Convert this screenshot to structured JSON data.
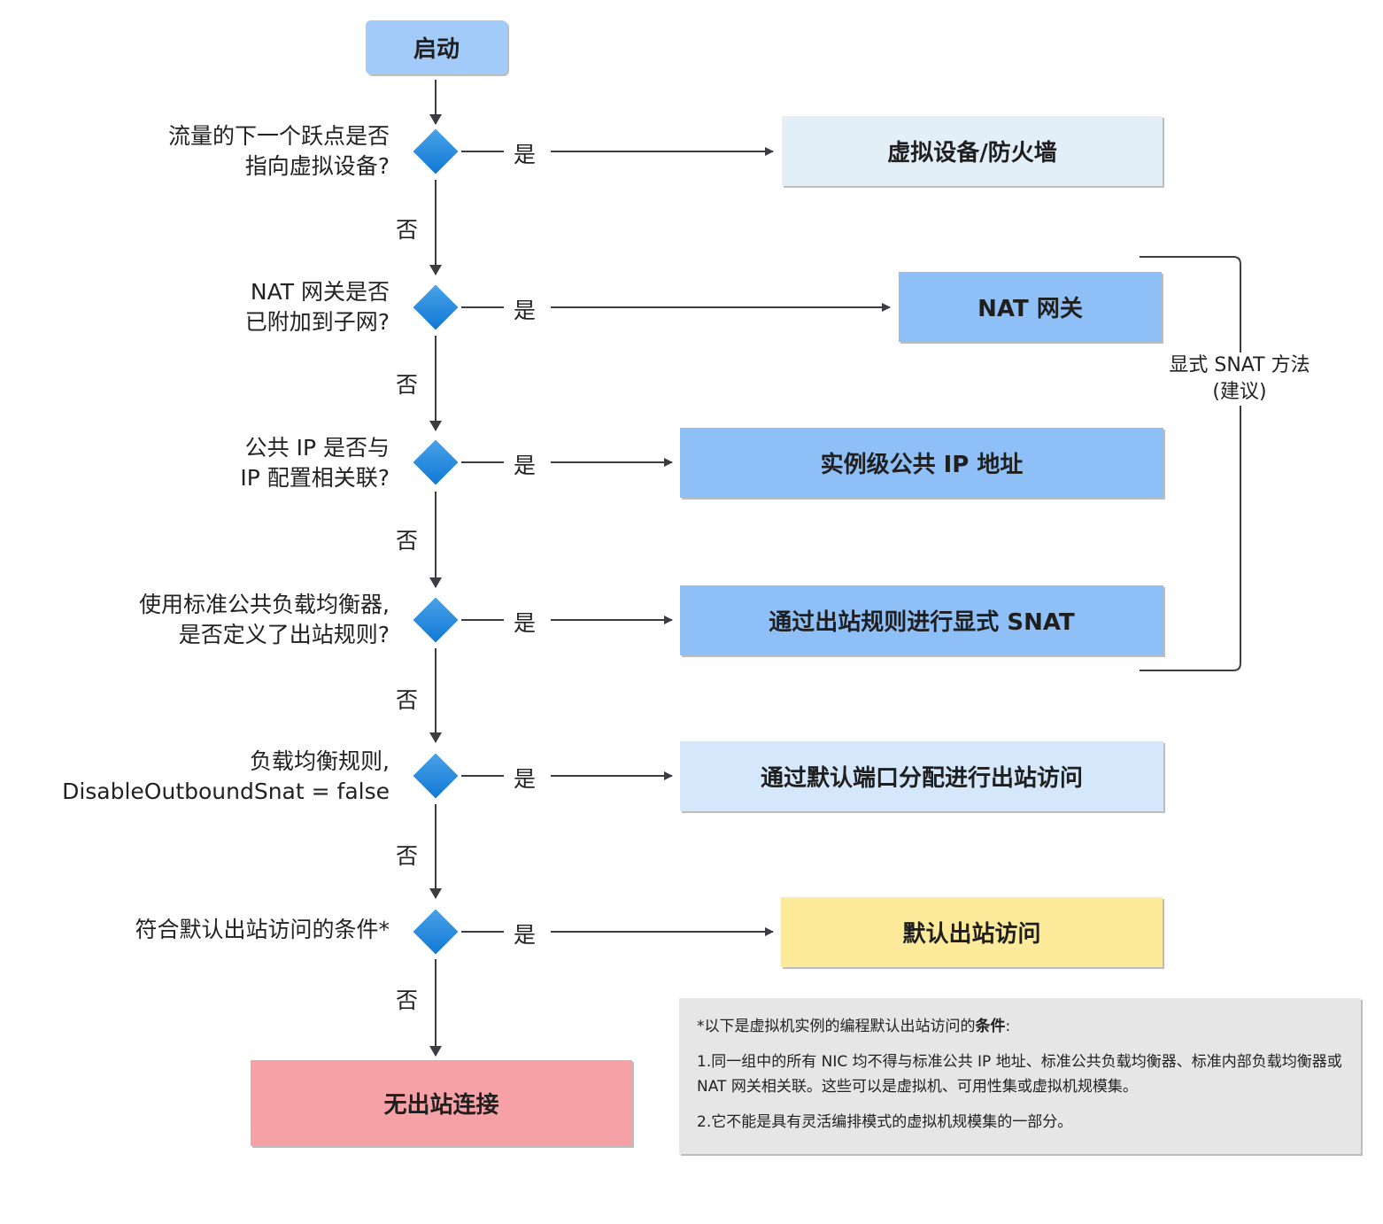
{
  "start": {
    "label": "启动"
  },
  "decisions": [
    {
      "question_lines": [
        "流量的下一个跃点是否",
        "指向虚拟设备?"
      ],
      "yes": "是",
      "no": "否",
      "outcome": {
        "label": "虚拟设备/防火墙",
        "color": "#e2eff8"
      }
    },
    {
      "question_lines": [
        "NAT 网关是否",
        "已附加到子网?"
      ],
      "yes": "是",
      "no": "否",
      "outcome": {
        "label": "NAT 网关",
        "color": "#8fbff7"
      }
    },
    {
      "question_lines": [
        "公共 IP 是否与",
        "IP 配置相关联?"
      ],
      "yes": "是",
      "no": "否",
      "outcome": {
        "label": "实例级公共 IP 地址",
        "color": "#8fbff7"
      }
    },
    {
      "question_lines": [
        "使用标准公共负载均衡器,",
        "是否定义了出站规则?"
      ],
      "yes": "是",
      "no": "否",
      "outcome": {
        "label": "通过出站规则进行显式 SNAT",
        "color": "#8fbff7"
      }
    },
    {
      "question_lines": [
        "负载均衡规则,",
        "DisableOutboundSnat = false"
      ],
      "yes": "是",
      "no": "否",
      "outcome": {
        "label": "通过默认端口分配进行出站访问",
        "color": "#d5e7fb"
      }
    },
    {
      "question_lines": [
        "符合默认出站访问的条件*"
      ],
      "yes": "是",
      "no": "否",
      "outcome": {
        "label": "默认出站访问",
        "color": "#fdeb9b"
      }
    }
  ],
  "end": {
    "label": "无出站连接",
    "color": "#f5a1a6"
  },
  "bracket": {
    "line1": "显式 SNAT 方法",
    "line2": "(建议)"
  },
  "note": {
    "title_prefix": "*以下是虚拟机实例的编程默认出站访问的",
    "title_bold": "条件",
    "title_suffix": ":",
    "items": [
      "1.同一组中的所有 NIC 均不得与标准公共 IP 地址、标准公共负载均衡器、标准内部负载均衡器或 NAT 网关相关联。这些可以是虚拟机、可用性集或虚拟机规模集。",
      "2.它不能是具有灵活编排模式的虚拟机规模集的一部分。"
    ]
  },
  "colors": {
    "start": "#a3cbfa",
    "line": "#3c3c42",
    "diamond_top": "#4aa3e8",
    "diamond_bottom": "#0f78d4"
  }
}
